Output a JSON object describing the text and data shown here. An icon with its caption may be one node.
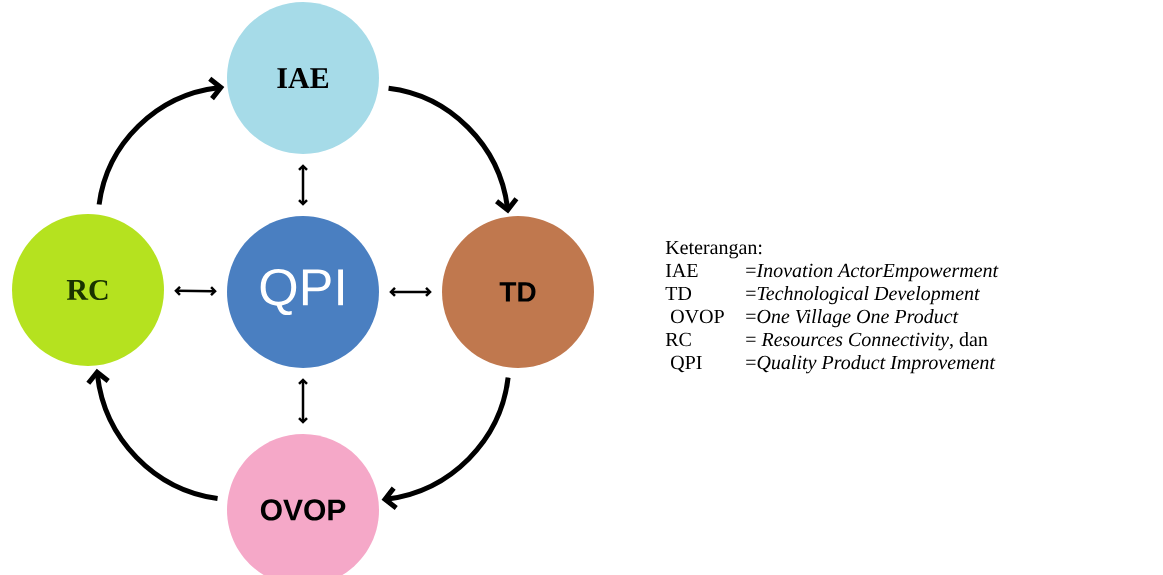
{
  "diagram": {
    "nodes": [
      {
        "text": [
          "IAE"
        ]
      },
      {
        "text": [
          "RC"
        ]
      },
      {
        "text": [
          "QPI"
        ]
      },
      {
        "text": [
          "TD"
        ]
      },
      {
        "text": [
          "OVOP"
        ]
      }
    ],
    "edges": [
      {
        "from": 0,
        "to": 3,
        "arrow": "to",
        "style": "thick"
      },
      {
        "from": 3,
        "to": 4,
        "arrow": "to",
        "style": "thick"
      },
      {
        "from": 4,
        "to": 1,
        "arrow": "to",
        "style": "thick"
      },
      {
        "from": 1,
        "to": 0,
        "arrow": "to",
        "style": "thick"
      },
      {
        "from": 2,
        "to": 0,
        "arrow": "both"
      },
      {
        "from": 2,
        "to": 1,
        "arrow": "both"
      },
      {
        "from": 2,
        "to": 3,
        "arrow": "both"
      },
      {
        "from": 2,
        "to": 4,
        "arrow": "both"
      }
    ],
    "labels": [
      "Keterangan:",
      "IAE",
      "=*Inovation ActorEmpowerment*",
      "TD",
      "=*Technological Development*",
      "OVOP",
      "=*One Village One Product*",
      "RC",
      "=  *Resources Connectivity*, dan",
      "QPI",
      "=*Quality Product Improvement*"
    ]
  }
}
